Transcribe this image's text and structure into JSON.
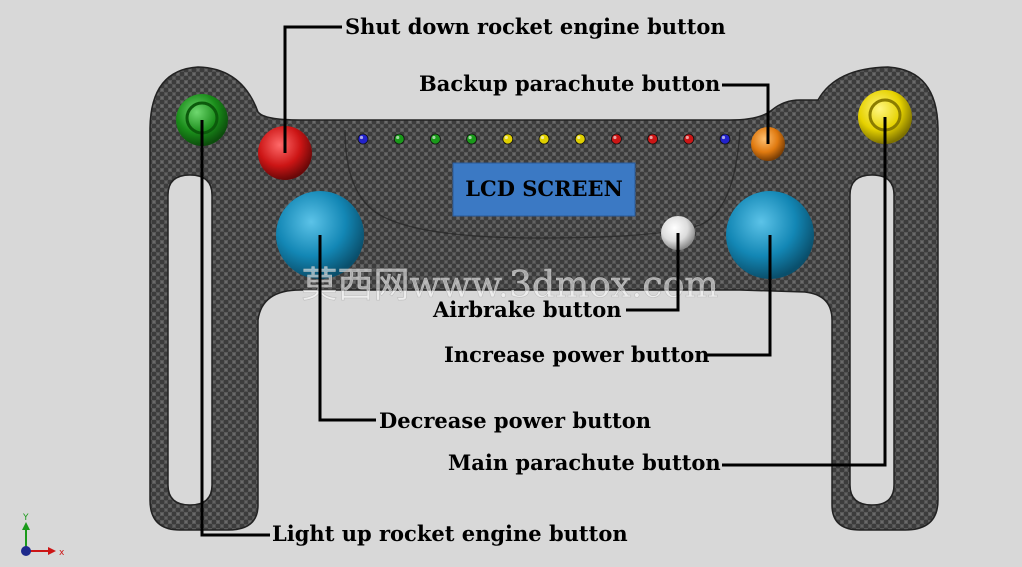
{
  "labels": {
    "shutdown": "Shut down rocket engine button",
    "backup": "Backup parachute button",
    "airbrake": "Airbrake button",
    "increase": "Increase power button",
    "decrease": "Decrease power button",
    "main": "Main parachute button",
    "lightup": "Light up rocket engine button"
  },
  "lcd_text": "LCD SCREEN",
  "watermark": "莫西网www.3dmox.com",
  "axis": {
    "x": "x",
    "y": "Y"
  },
  "colors": {
    "background": "#d8d8d8",
    "carbon": "#3a3a3a",
    "green_button": "#1a8c1a",
    "red_button": "#cc1515",
    "blue_button": "#1387b5",
    "orange_button": "#e07a10",
    "yellow_button": "#e6d200",
    "white_button": "#e6e6e6",
    "lcd": "#3b79c4"
  },
  "led_colors": [
    "#2222cc",
    "#1a9a1a",
    "#1a9a1a",
    "#1a9a1a",
    "#e0d000",
    "#e0d000",
    "#e0d000",
    "#cc1515",
    "#cc1515",
    "#cc1515",
    "#2222cc"
  ]
}
